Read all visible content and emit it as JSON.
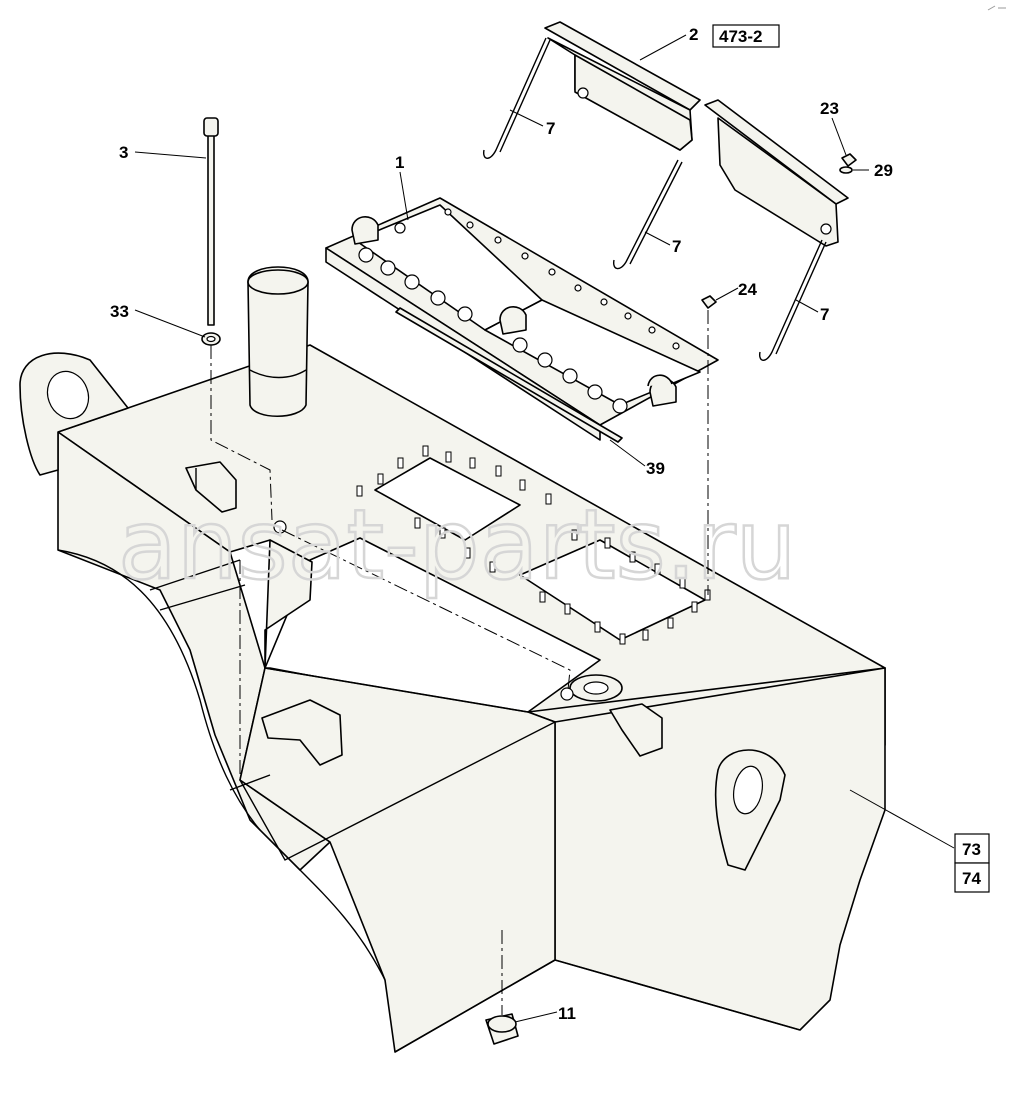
{
  "watermark": "ansat-parts.ru",
  "callouts": [
    {
      "id": "c1",
      "label": "1"
    },
    {
      "id": "c2",
      "label": "2"
    },
    {
      "id": "c3",
      "label": "3"
    },
    {
      "id": "c7a",
      "label": "7"
    },
    {
      "id": "c7b",
      "label": "7"
    },
    {
      "id": "c7c",
      "label": "7"
    },
    {
      "id": "c11",
      "label": "11"
    },
    {
      "id": "c23",
      "label": "23"
    },
    {
      "id": "c24",
      "label": "24"
    },
    {
      "id": "c29",
      "label": "29"
    },
    {
      "id": "c33",
      "label": "33"
    },
    {
      "id": "c39",
      "label": "39"
    }
  ],
  "references": [
    {
      "id": "r473",
      "label": "473-2"
    },
    {
      "id": "r73",
      "label": "73"
    },
    {
      "id": "r74",
      "label": "74"
    }
  ],
  "colors": {
    "line": "#000000",
    "fill": "#f4f4ee",
    "watermark": "#d6d6d6"
  }
}
